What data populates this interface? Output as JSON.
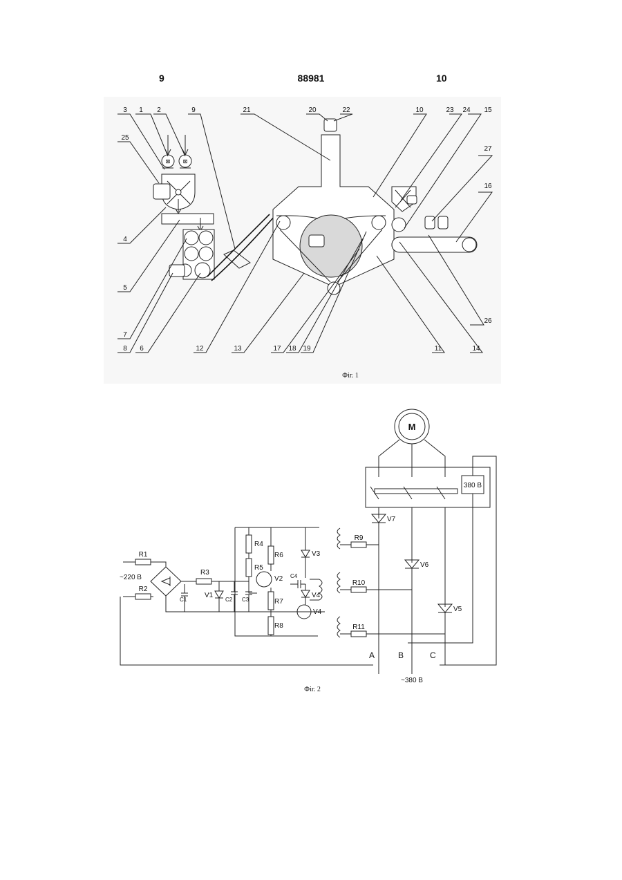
{
  "header": {
    "left": "9",
    "center": "88981",
    "right": "10"
  },
  "fig1": {
    "caption": "Фіг. 1",
    "labels": [
      "3",
      "1",
      "2",
      "9",
      "21",
      "20",
      "22",
      "10",
      "23",
      "24",
      "15",
      "25",
      "27",
      "16",
      "4",
      "5",
      "7",
      "8",
      "6",
      "12",
      "13",
      "17",
      "18",
      "19",
      "11",
      "14",
      "26"
    ]
  },
  "fig2": {
    "caption": "Фіг. 2",
    "motor": "M",
    "relay_box": "380 В",
    "supply_left": "~220 В",
    "supply_right": "~380 В",
    "phases": [
      "A",
      "B",
      "C"
    ],
    "resistors": [
      "R1",
      "R2",
      "R3",
      "R4",
      "R5",
      "R6",
      "R7",
      "R8",
      "R9",
      "R10",
      "R11"
    ],
    "capacitors": [
      "C1",
      "C2",
      "C3",
      "C4"
    ],
    "semis": [
      "V1",
      "V2",
      "V3",
      "V4",
      "V4",
      "V5",
      "V6",
      "V7"
    ]
  }
}
